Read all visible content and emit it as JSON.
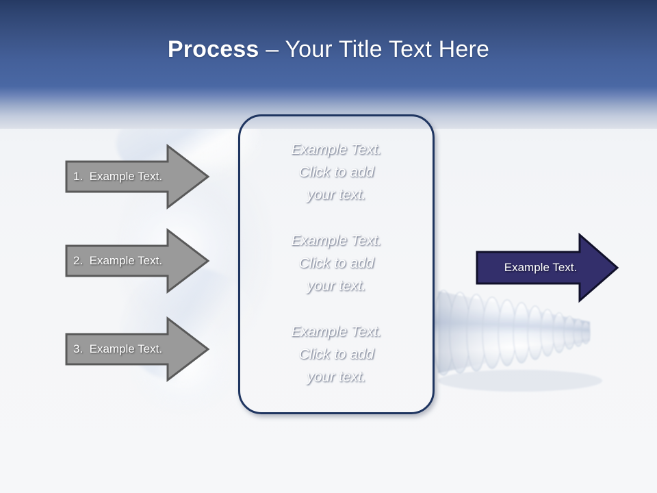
{
  "slide": {
    "title_strong": "Process",
    "title_rest": " – Your Title Text Here",
    "background_top_color": "#263a63",
    "background_bottom_color": "#f5f6f8"
  },
  "input_arrows": {
    "fill_color": "#9a9a9a",
    "border_color": "#595959",
    "items": [
      {
        "label": "1.  Example Text."
      },
      {
        "label": "2.  Example Text."
      },
      {
        "label": "3.  Example Text."
      }
    ]
  },
  "process_box": {
    "fill_color": "#466094",
    "border_color": "#1f3560",
    "blocks": [
      {
        "text": "Example Text.\nClick  to add\nyour text."
      },
      {
        "text": "Example Text.\nClick  to add\nyour text."
      },
      {
        "text": "Example Text.\nClick  to add\nyour text."
      }
    ]
  },
  "output_arrow": {
    "label": "Example Text.",
    "fill_color": "#332f6b",
    "border_color": "#10102a"
  }
}
